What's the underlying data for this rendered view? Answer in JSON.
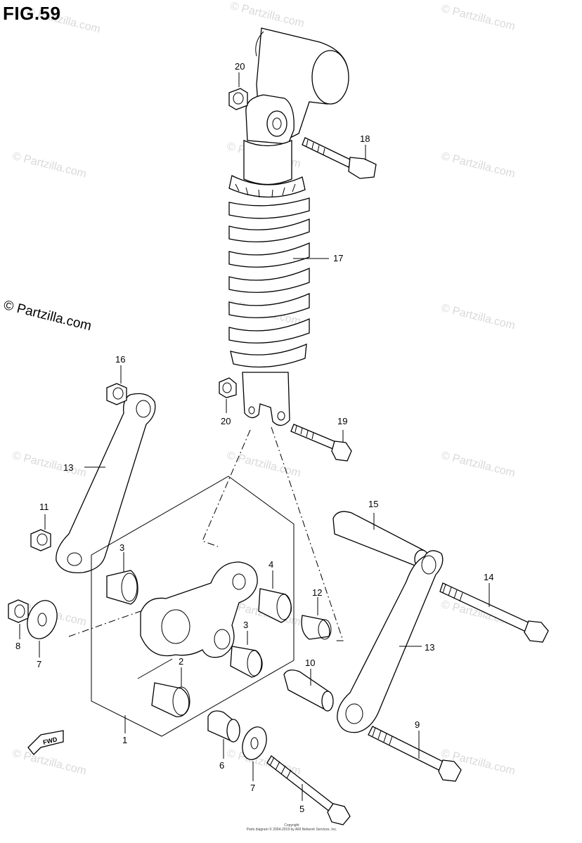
{
  "figure": {
    "title": "FIG.59"
  },
  "brand": {
    "mark": "© Partzilla.com"
  },
  "watermark": {
    "text": "© Partzilla.com"
  },
  "fwd_label": "FWD",
  "copyright": {
    "line1": "Copyright",
    "line2": "Parts diagram © 2004-2019 by ARI Network Services, Inc."
  },
  "callouts": [
    "20",
    "18",
    "17",
    "16",
    "20",
    "19",
    "13",
    "11",
    "15",
    "14",
    "3",
    "4",
    "12",
    "3",
    "8",
    "7",
    "2",
    "10",
    "13",
    "1",
    "9",
    "6",
    "7",
    "5"
  ]
}
